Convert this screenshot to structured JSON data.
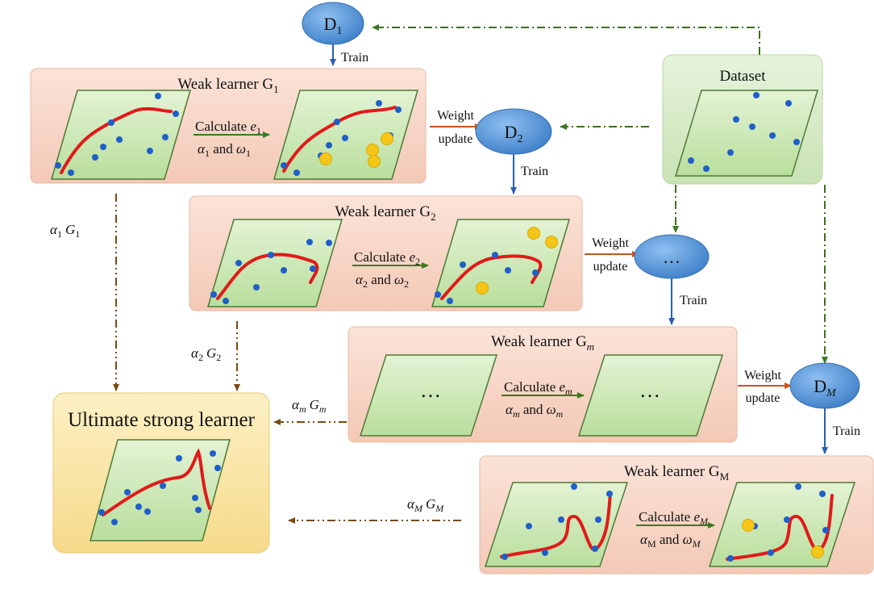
{
  "colors": {
    "panel_pink": "#f7d4c4",
    "panel_green": "#d7ecc7",
    "panel_yellow": "#f9e5a8",
    "plane_fill": "#cfe9b3",
    "plane_inner": "#9fcc81",
    "node_blue": "#4d8fd6",
    "dot_blue": "#1f5fc9",
    "dot_yellow": "#f5c518",
    "curve_red": "#e11a1a",
    "arrow_blue": "#2a5fb5",
    "arrow_red": "#c8521f",
    "arrow_green": "#3b7a1f",
    "arrow_darkgreen": "#3f6f1f",
    "arrow_brown": "#7a4a12"
  },
  "nodes": {
    "d1": {
      "base": "D",
      "sub": "1"
    },
    "d2": {
      "base": "D",
      "sub": "2"
    },
    "dmid": {
      "text": "…"
    },
    "dM": {
      "base": "D",
      "sub": "M"
    }
  },
  "labels": {
    "train": "Train",
    "weight": "Weight",
    "update": "update"
  },
  "dataset": {
    "title": "Dataset"
  },
  "learners": [
    {
      "title_base": "Weak learner G",
      "title_sub": "1",
      "calc_prefix": "Calculate ",
      "calc_e": "e",
      "calc_e_sub": "1",
      "alpha": "α",
      "alpha_sub": "1",
      "and": " and ",
      "omega": "ω",
      "omega_sub": "1",
      "coef_alpha": "α",
      "coef_alpha_sub": "1",
      "coef_g": "G",
      "coef_g_sub": "1"
    },
    {
      "title_base": "Weak learner G",
      "title_sub": "2",
      "calc_prefix": "Calculate ",
      "calc_e": "e",
      "calc_e_sub": "2",
      "alpha": "α",
      "alpha_sub": "2",
      "and": " and ",
      "omega": "ω",
      "omega_sub": "2",
      "coef_alpha": "α",
      "coef_alpha_sub": "2",
      "coef_g": "G",
      "coef_g_sub": "2"
    },
    {
      "title_base": "Weak learner G",
      "title_sub": "m",
      "calc_prefix": "Calculate ",
      "calc_e": "e",
      "calc_e_sub": "m",
      "alpha": "α",
      "alpha_sub": "m",
      "and": " and ",
      "omega": "ω",
      "omega_sub": "m",
      "coef_alpha": "α",
      "coef_alpha_sub": "m",
      "coef_g": "G",
      "coef_g_sub": "m",
      "placeholder_left": "…",
      "placeholder_right": "…"
    },
    {
      "title_base": "Weak learner G",
      "title_sub": "M",
      "calc_prefix": "Calculate ",
      "calc_e": "e",
      "calc_e_sub": "M",
      "alpha": "α",
      "alpha_sub": "M",
      "and": " and ",
      "omega": "ω",
      "omega_sub": "M",
      "coef_alpha": "α",
      "coef_alpha_sub": "M",
      "coef_g": "G",
      "coef_g_sub": "M"
    }
  ],
  "strong": {
    "title": "Ultimate strong learner"
  }
}
